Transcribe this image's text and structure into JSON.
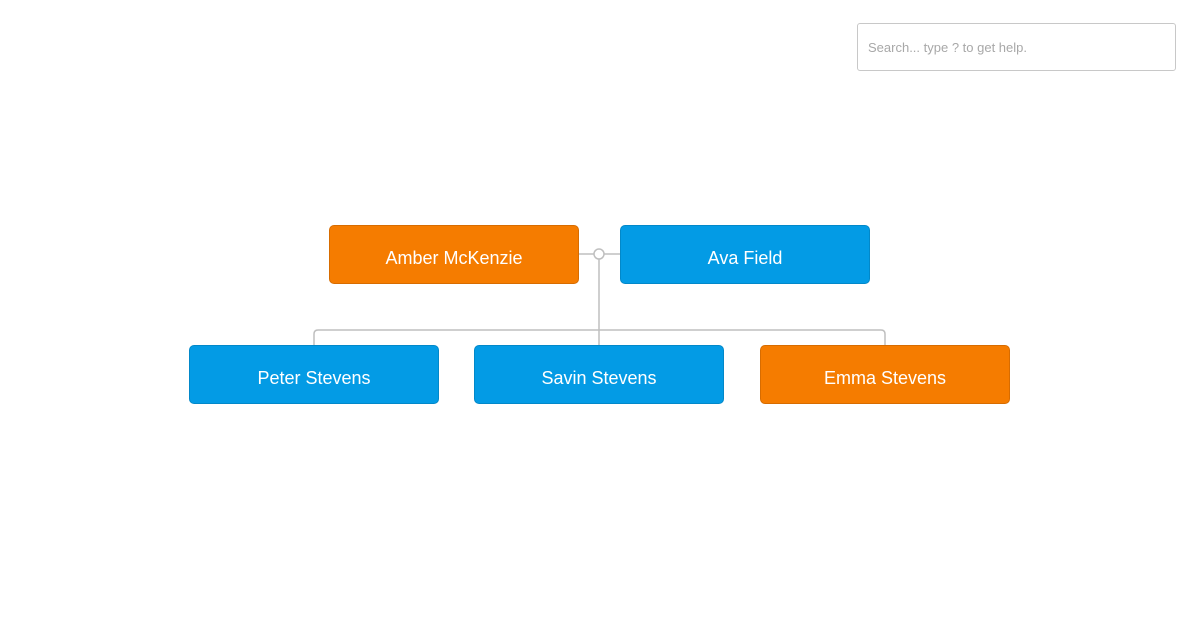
{
  "search": {
    "placeholder": "Search... type ? to get help."
  },
  "colors": {
    "female": "#f57c00",
    "male": "#039be5",
    "connector": "#bfbfbf"
  },
  "family": {
    "parents": [
      {
        "name": "Amber McKenzie",
        "gender": "female"
      },
      {
        "name": "Ava Field",
        "gender": "male"
      }
    ],
    "children": [
      {
        "name": "Peter Stevens",
        "gender": "male"
      },
      {
        "name": "Savin Stevens",
        "gender": "male"
      },
      {
        "name": "Emma Stevens",
        "gender": "female"
      }
    ]
  }
}
